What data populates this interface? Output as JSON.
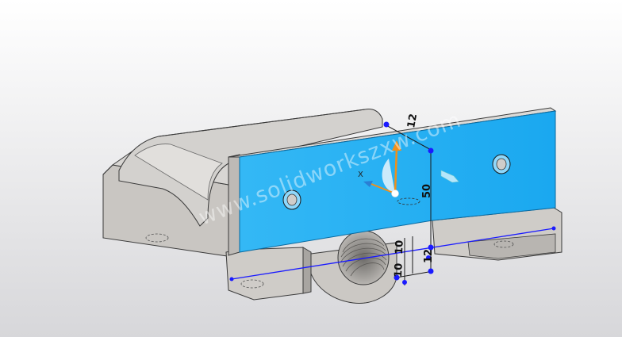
{
  "viewport": {
    "background_top": "#ffffff",
    "background_bottom": "#d9d9dc"
  },
  "colors": {
    "selected_face": "#1cb0f6",
    "part_light": "#d4d2cf",
    "part_mid": "#b9b6b2",
    "part_dark": "#8e8b87",
    "sketch_line": "#1a1aff",
    "dimension_line": "#1a1a1a",
    "triad_y": "#f0901a",
    "triad_x": "#2a7fd4"
  },
  "dimensions": {
    "width": "12",
    "height": "50",
    "offset_vertical": "12",
    "offset_small_1": "10",
    "offset_small_2": "10"
  },
  "triad": {
    "x_label": "X"
  },
  "watermark": {
    "text": "www.solidworkszxw.com"
  },
  "icons": {
    "triad": "triad-icon",
    "sketch_point": "sketch-point-icon",
    "hole": "threaded-hole-icon"
  }
}
